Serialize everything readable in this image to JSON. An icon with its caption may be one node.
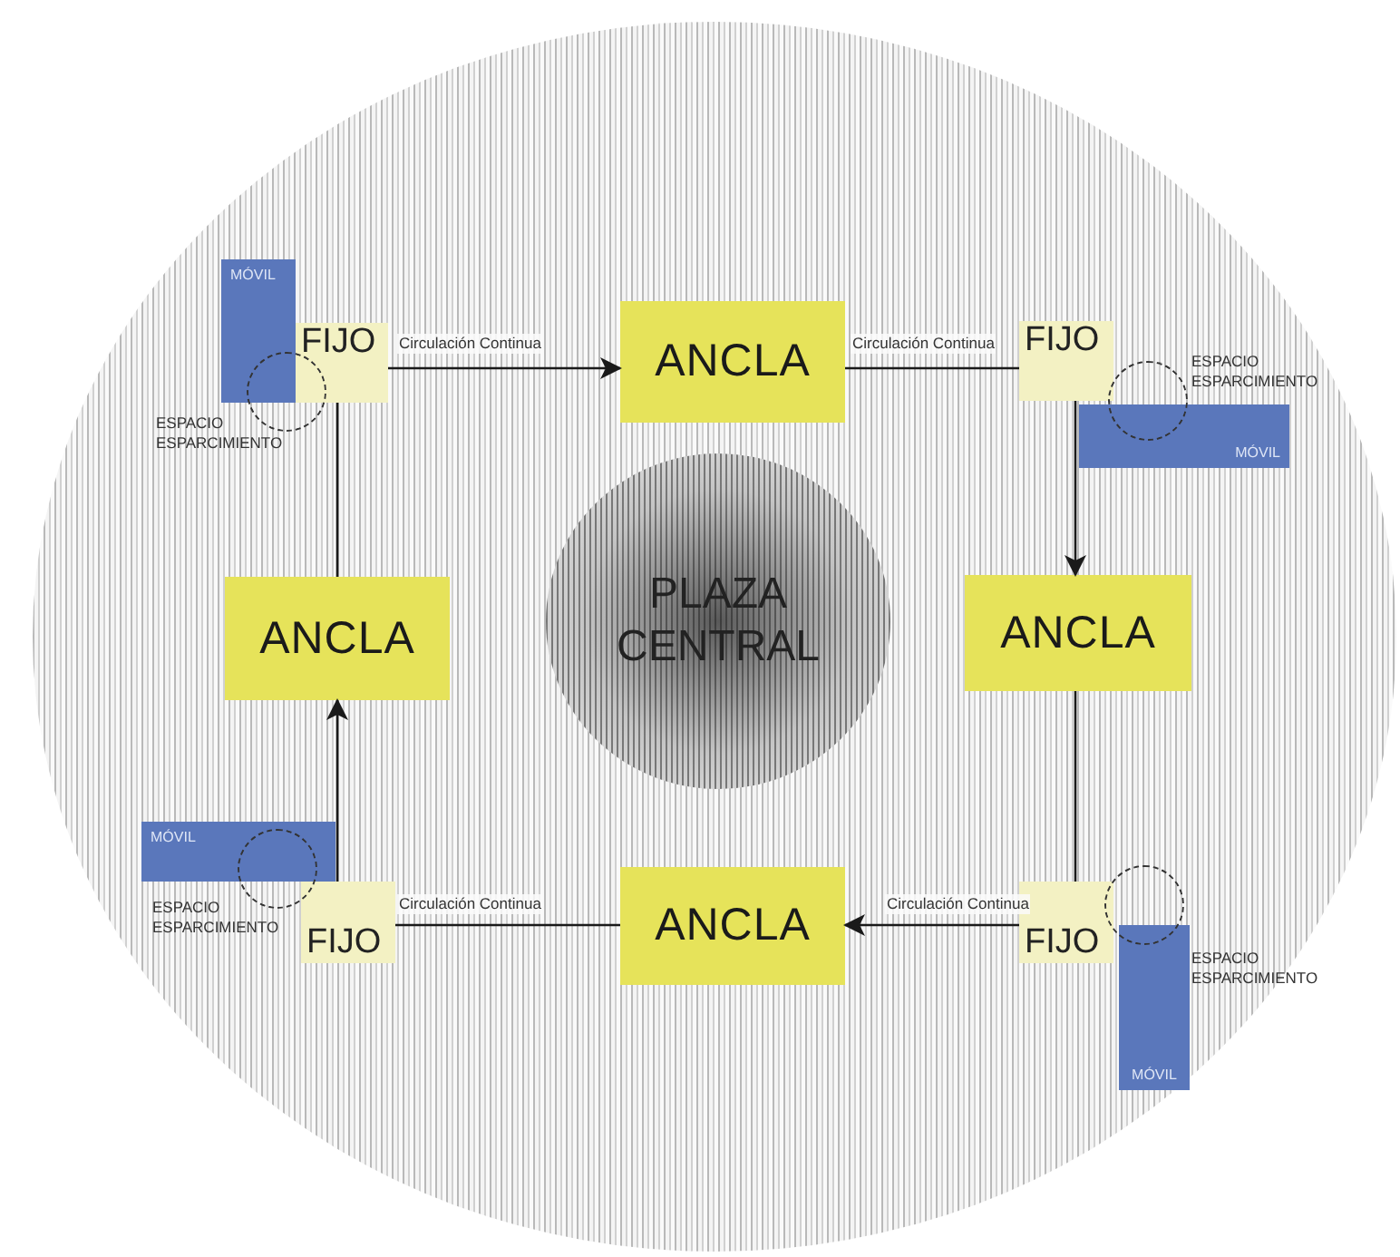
{
  "diagram": {
    "nodes": [
      {
        "text": [
          "MÓVIL"
        ]
      },
      {
        "text": [
          "FIJO"
        ]
      },
      {
        "text": [],
        "shape": "circle",
        "beside": [
          "ESPACIO ESPARCIMIENTO"
        ]
      },
      {
        "text": [
          "ANCLA"
        ]
      },
      {
        "text": [
          "FIJO"
        ]
      },
      {
        "text": [],
        "shape": "circle",
        "beside": [
          "ESPACIO ESPARCIMIENTO"
        ]
      },
      {
        "text": [
          "MÓVIL"
        ]
      },
      {
        "text": [
          "ANCLA"
        ]
      },
      {
        "text": [
          "PLAZA CENTRAL"
        ]
      },
      {
        "text": [
          "ANCLA"
        ]
      },
      {
        "text": [
          "MÓVIL"
        ]
      },
      {
        "text": [],
        "shape": "circle",
        "beside": [
          "ESPACIO ESPARCIMIENTO"
        ]
      },
      {
        "text": [
          "FIJO"
        ]
      },
      {
        "text": [
          "ANCLA"
        ]
      },
      {
        "text": [
          "FIJO"
        ]
      },
      {
        "text": [],
        "shape": "circle",
        "beside": [
          "ESPACIO ESPARCIMIENTO"
        ]
      },
      {
        "text": [
          "MÓVIL"
        ]
      }
    ],
    "edges": [
      {
        "from": 7,
        "to": 1,
        "arrow": "none"
      },
      {
        "from": 1,
        "to": 3,
        "arrow": "to",
        "label": "Circulación Continua"
      },
      {
        "from": 3,
        "to": 4,
        "arrow": "none",
        "label": "Circulación Continua"
      },
      {
        "from": 4,
        "to": 9,
        "arrow": "to"
      },
      {
        "from": 9,
        "to": 14,
        "arrow": "none"
      },
      {
        "from": 14,
        "to": 13,
        "arrow": "to",
        "label": "Circulación Continua"
      },
      {
        "from": 13,
        "to": 12,
        "arrow": "none",
        "label": "Circulación Continua"
      },
      {
        "from": 12,
        "to": 7,
        "arrow": "to"
      }
    ]
  }
}
